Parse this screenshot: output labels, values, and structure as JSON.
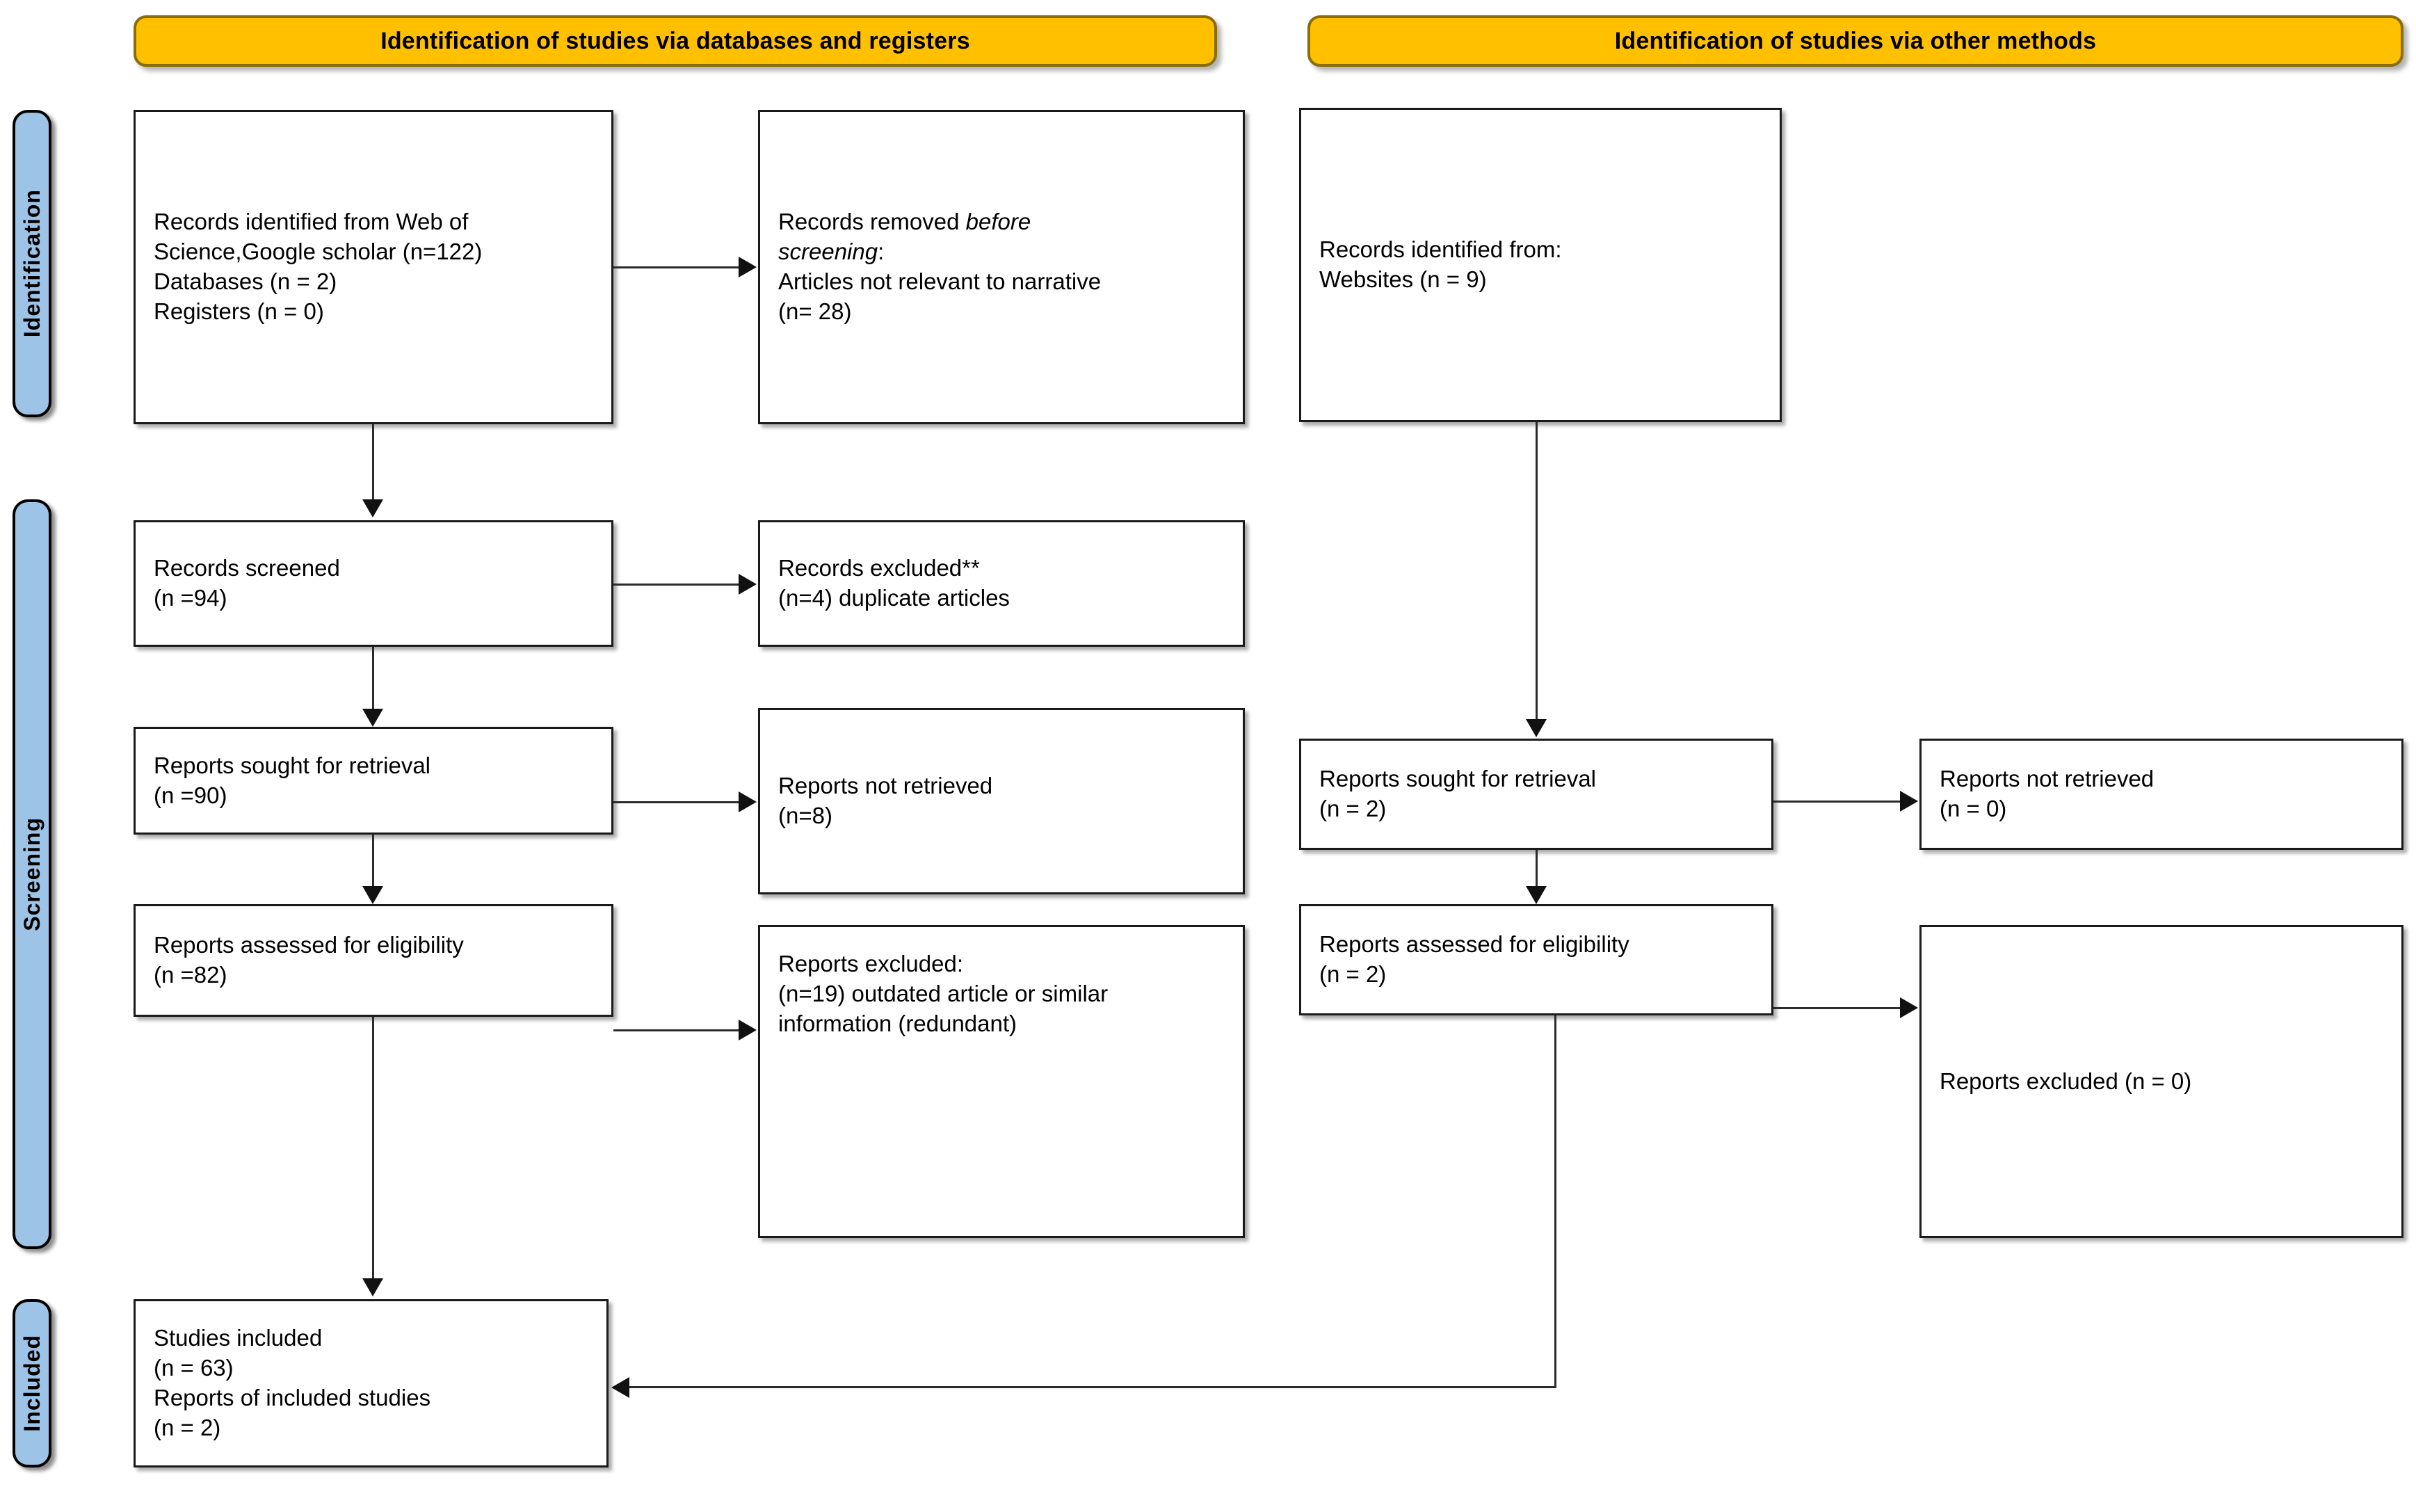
{
  "headers": [
    {
      "id": "databases-registers",
      "label": "Identification of studies via databases and registers"
    },
    {
      "id": "other-methods",
      "label": "Identification of studies via other methods"
    }
  ],
  "stages": [
    {
      "id": "identification",
      "label": "Identification"
    },
    {
      "id": "screening",
      "label": "Screening"
    },
    {
      "id": "included",
      "label": "Included"
    }
  ],
  "boxes": {
    "records_identified": {
      "lines": [
        "Records identified from Web of",
        "Science,Google scholar (n=122)",
        "Databases (n = 2)",
        "Registers (n = 0)"
      ]
    },
    "records_removed": {
      "lines": [
        "Records removed before",
        "screening:",
        "Articles not relevant to narrative",
        "(n= 28)"
      ],
      "italic_lead": "Records removed ",
      "italic_word": "before",
      "italic_line2": "screening",
      "italic_line2_tail": ":"
    },
    "records_screened": {
      "lines": [
        "Records screened",
        "(n =94)"
      ]
    },
    "records_excluded": {
      "lines": [
        "Records excluded**",
        "(n=4) duplicate articles"
      ]
    },
    "reports_sought_left": {
      "lines": [
        "Reports sought for retrieval",
        "(n =90)"
      ]
    },
    "reports_not_retrieved_left": {
      "lines": [
        "Reports not retrieved",
        "(n=8)"
      ]
    },
    "reports_assessed_left": {
      "lines": [
        "Reports assessed for eligibility",
        "(n =82)"
      ]
    },
    "reports_excluded_left": {
      "lines": [
        "Reports excluded:",
        "(n=19) outdated article or similar",
        "information (redundant)"
      ]
    },
    "studies_included": {
      "lines": [
        "Studies included",
        "(n = 63)",
        "Reports of included studies",
        "(n = 2)"
      ]
    },
    "records_identified_other": {
      "lines": [
        "Records identified from:",
        "Websites (n = 9)"
      ]
    },
    "reports_sought_right": {
      "lines": [
        "Reports sought for retrieval",
        "(n = 2)"
      ]
    },
    "reports_not_retrieved_right": {
      "lines": [
        "Reports not retrieved",
        "(n = 0)"
      ]
    },
    "reports_assessed_right": {
      "lines": [
        "Reports assessed for eligibility",
        "(n = 2)"
      ]
    },
    "reports_excluded_right": {
      "lines": [
        "Reports excluded (n = 0)"
      ]
    }
  },
  "colors": {
    "header_fill": "#FFC000",
    "header_border": "#8A6D0B",
    "stage_fill": "#9DC3E6",
    "box_border": "#1a1a1a",
    "connector": "#2b2b2b",
    "page_background": "#ffffff"
  }
}
